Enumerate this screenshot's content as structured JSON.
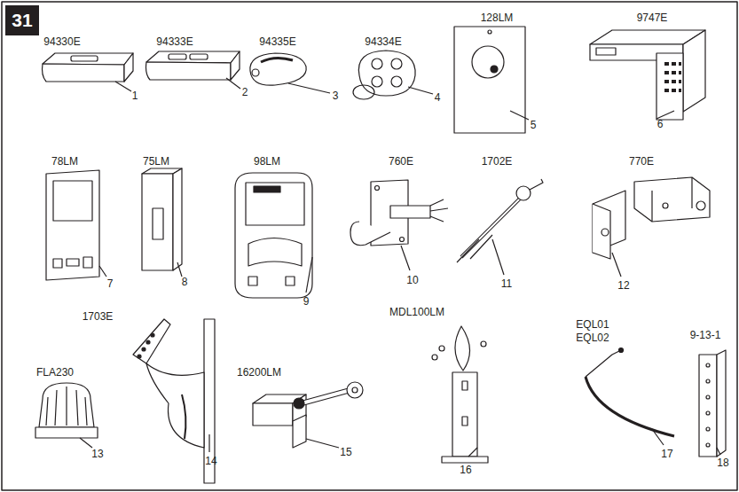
{
  "diagram": {
    "nodes": [
      {
        "text": [
          "31"
        ]
      }
    ],
    "labels": [
      "94330E",
      "1",
      "94333E",
      "2",
      "94335E",
      "3",
      "94334E",
      "4",
      "128LM",
      "5",
      "9747E",
      "6",
      "78LM",
      "7",
      "75LM",
      "8",
      "98LM",
      "9",
      "760E",
      "10",
      "1702E",
      "11",
      "770E",
      "12",
      "1703E",
      "FLA230",
      "13",
      "14",
      "16200LM",
      "15",
      "MDL100LM",
      "16",
      "EQL01",
      "EQL02",
      "17",
      "9-13-1",
      "18"
    ]
  }
}
